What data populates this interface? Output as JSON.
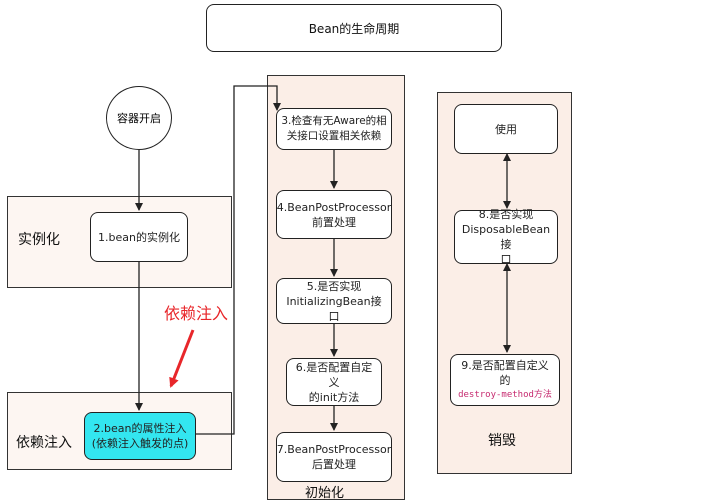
{
  "title": "Bean的生命周期",
  "start": "容器开启",
  "lanes": {
    "instantiation": "实例化",
    "injection": "依赖注入",
    "initialization": "初始化",
    "destruction": "销毁"
  },
  "annotation": "依赖注入",
  "nodes": {
    "n1": "1.bean的实例化",
    "n2": "2.bean的属性注入\n(依赖注入触发的点)",
    "n3": "3.检查有无Aware的相\n关接口设置相关依赖",
    "n4": "4.BeanPostProcessor\n前置处理",
    "n5": "5.是否实现\nInitializingBean接口",
    "n6": "6.是否配置自定义\n的init方法",
    "n7": "7.BeanPostProcessor\n后置处理",
    "use": "使用",
    "n8": "8.是否实现\nDisposableBean接\n口",
    "n9a": "9.是否配置自定义\n的",
    "n9b": "destroy-method方法"
  },
  "colors": {
    "lane_fill": "#fbeee7",
    "highlight": "#33e6f0",
    "annotation": "#e8262a"
  }
}
